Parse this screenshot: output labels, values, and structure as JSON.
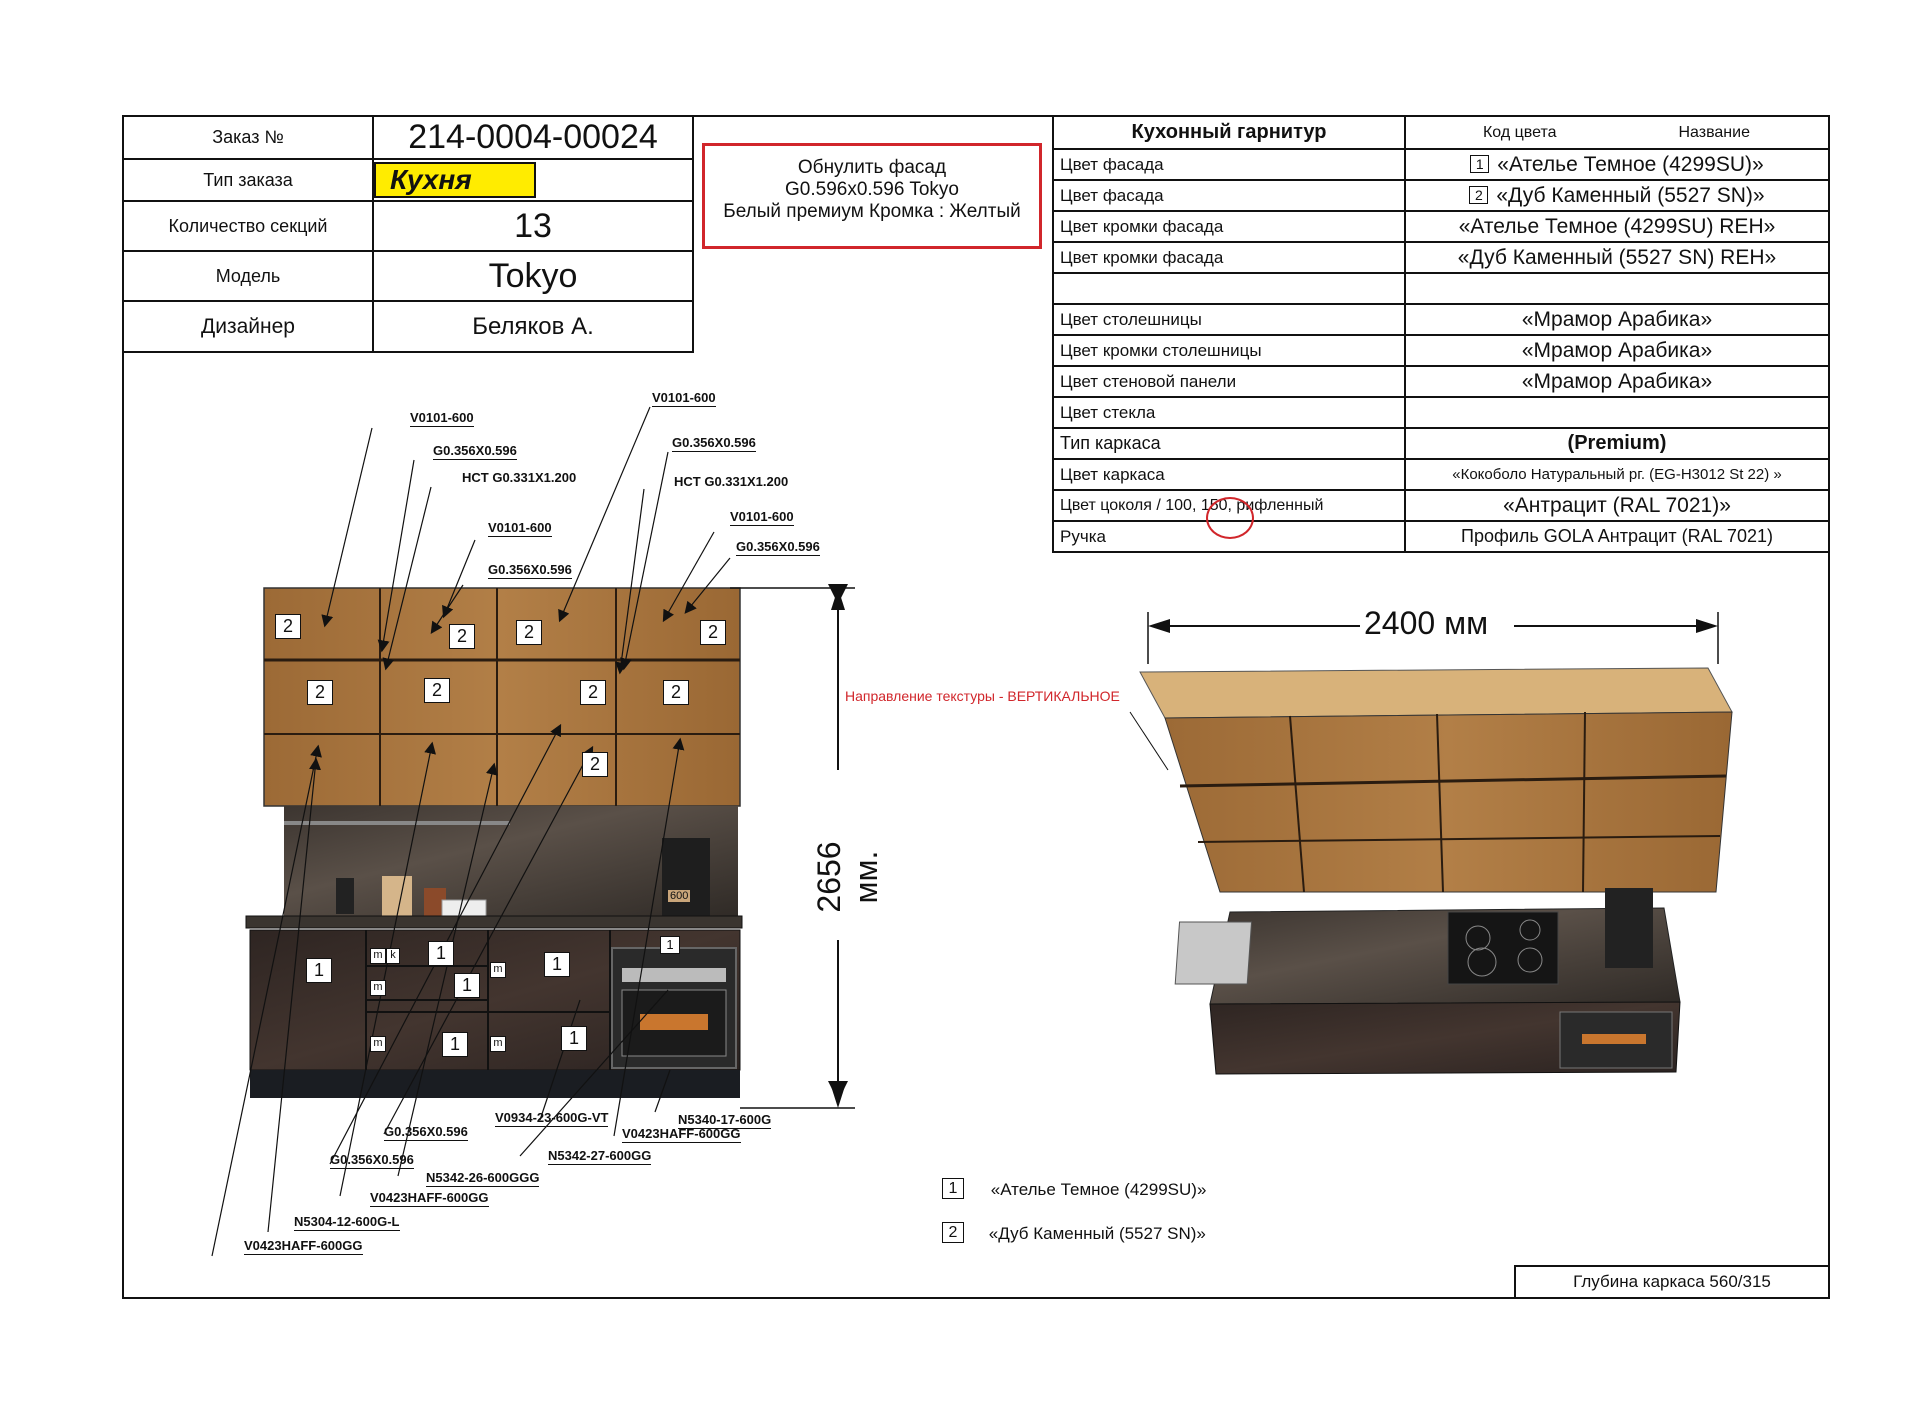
{
  "order": {
    "order_no_label": "Заказ №",
    "order_no": "214-0004-00024",
    "type_label": "Тип заказа",
    "type_value": "Кухня",
    "sections_label": "Количество секций",
    "sections_value": "13",
    "model_label": "Модель",
    "model_value": "Tokyo",
    "designer_label": "Дизайнер",
    "designer_value": "Беляков А."
  },
  "note": {
    "line1": "Обнулить фасад",
    "line2": "G0.596x0.596 Tokyo",
    "line3": "Белый премиум Кромка : Желтый"
  },
  "spec": {
    "header": "Кухонный гарнитур",
    "col_code": "Код цвета",
    "col_name": "Название",
    "rows": [
      {
        "label": "Цвет фасада",
        "value": "«Ателье Темное (4299SU)»",
        "num": "1"
      },
      {
        "label": "Цвет фасада",
        "value": "«Дуб Каменный (5527 SN)»",
        "num": "2"
      },
      {
        "label": "Цвет кромки фасада",
        "value": "«Ателье Темное (4299SU) REH»"
      },
      {
        "label": "Цвет кромки фасада",
        "value": "«Дуб Каменный (5527 SN) REH»"
      },
      {
        "label": "",
        "value": ""
      },
      {
        "label": "Цвет столешницы",
        "value": "«Мрамор Арабика»"
      },
      {
        "label": "Цвет кромки столешницы",
        "value": "«Мрамор Арабика»"
      },
      {
        "label": "Цвет стеновой панели",
        "value": "«Мрамор Арабика»"
      },
      {
        "label": "Цвет стекла",
        "value": ""
      },
      {
        "label": "Тип каркаса",
        "value": "(Premium)"
      },
      {
        "label": "Цвет каркаса",
        "value": "«Кокоболо Натуральный рг. (EG-H3012 St 22) »"
      },
      {
        "label": "Цвет цоколя / 100, 150, рифленный",
        "value": "«Антрацит (RAL 7021)»"
      },
      {
        "label": "Ручка",
        "value": "Профиль GOLA Антрацит (RAL 7021)"
      }
    ]
  },
  "callouts": {
    "top": [
      "V0101-600",
      "G0.356X0.596",
      "HCT G0.331X1.200",
      "V0101-600",
      "G0.356X0.596",
      "V0101-600",
      "G0.356X0.596",
      "HCT G0.331X1.200",
      "V0101-600",
      "G0.356X0.596"
    ],
    "bottom": [
      "V0934-23-600G-VT",
      "N5340-17-600G",
      "G0.356X0.596",
      "V0423HAFF-600GG",
      "G0.356X0.596",
      "N5342-27-600GG",
      "N5342-26-600GGG",
      "V0423HAFF-600GG",
      "N5304-12-600G-L",
      "V0423HAFF-600GG"
    ]
  },
  "badges": {
    "one": "1",
    "two": "2",
    "m": "m",
    "k": "k",
    "oven": "600"
  },
  "dimensions": {
    "height": "2656 мм.",
    "width": "2400 мм"
  },
  "texture_note": "Направление текстуры - ВЕРТИКАЛЬНОЕ",
  "legend": [
    {
      "num": "1",
      "name": "«Ателье Темное (4299SU)»"
    },
    {
      "num": "2",
      "name": "«Дуб Каменный (5527 SN)»"
    }
  ],
  "depth": "Глубина каркаса 560/315",
  "colors": {
    "accent_red": "#d1262b",
    "highlight_yellow": "#ffec00",
    "oak": "#a9773f",
    "dark_facade": "#3a2e2a"
  }
}
